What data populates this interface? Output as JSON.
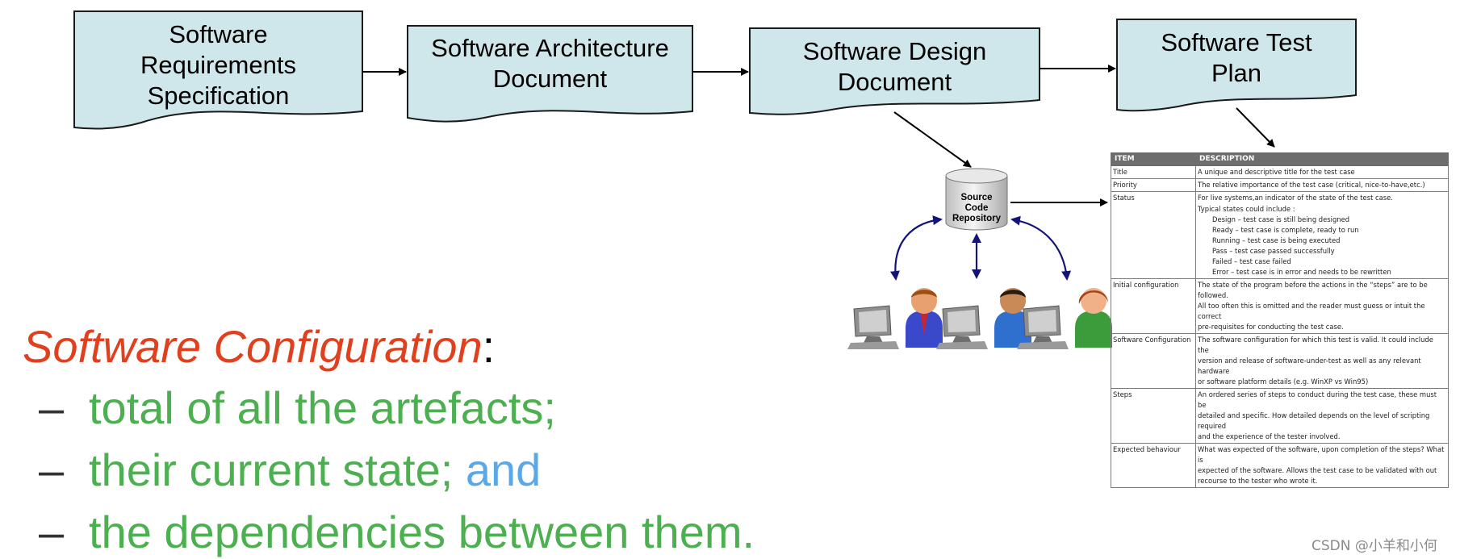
{
  "documents": [
    {
      "lines": [
        "Software",
        "Requirements",
        "Specification"
      ]
    },
    {
      "lines": [
        "Software Architecture",
        "Document"
      ]
    },
    {
      "lines": [
        "Software Design",
        "Document"
      ]
    },
    {
      "lines": [
        "Software Test",
        "Plan"
      ]
    }
  ],
  "repository": {
    "lines": [
      "Source",
      "Code",
      "Repository"
    ]
  },
  "test_table": {
    "headers": [
      "ITEM",
      "DESCRIPTION"
    ],
    "rows": [
      {
        "item": "Title",
        "desc": [
          "A unique and descriptive title for the test case"
        ]
      },
      {
        "item": "Priority",
        "desc": [
          "The relative importance of the test case (critical, nice-to-have,etc.)"
        ]
      },
      {
        "item": "Status",
        "desc": [
          "For live systems,an indicator of the state of the test case.",
          "Typical states could include :"
        ],
        "states": [
          "Design – test case is still being designed",
          "Ready – test case is complete, ready to run",
          "Running – test case is being executed",
          "Pass – test case passed successfully",
          "Failed – test case failed",
          "Error – test case is in error and needs to be rewritten"
        ]
      },
      {
        "item": "Initial configuration",
        "desc": [
          "The state of the program before the actions in the “steps” are to be followed.",
          "All too often this is omitted and the reader must guess or intuit the correct",
          "pre-requisites for conducting the test case."
        ]
      },
      {
        "item": "Software Configuration",
        "desc": [
          "The software configuration for which this test is valid. It could include the",
          "version and release of software-under-test as well as any relevant hardware",
          "or software platform details (e.g. WinXP vs Win95)"
        ]
      },
      {
        "item": "Steps",
        "desc": [
          "An ordered series of steps to conduct during the test case, these must be",
          "detailed and specific. How detailed depends on the level of scripting required",
          "and the experience of the tester involved."
        ]
      },
      {
        "item": "Expected behaviour",
        "desc": [
          "What was expected of the software, upon completion of the steps? What is",
          "expected of the software. Allows the test case to be validated with out",
          "recourse to the tester who wrote it."
        ]
      }
    ]
  },
  "configuration": {
    "term": "Software Configuration",
    "colon": ":",
    "dash": "–",
    "bullets": [
      {
        "text": "total of all the artefacts;",
        "highlight": ""
      },
      {
        "text": "their current state; ",
        "highlight": "and"
      },
      {
        "text": "the dependencies between them.",
        "highlight": ""
      }
    ]
  },
  "watermark": "CSDN @小羊和小何",
  "colors": {
    "doc_fill": "#cfe6ea",
    "term": "#e0401e",
    "bullet": "#4caf50",
    "highlight": "#5aa8e8",
    "user_arrow": "#141478"
  }
}
